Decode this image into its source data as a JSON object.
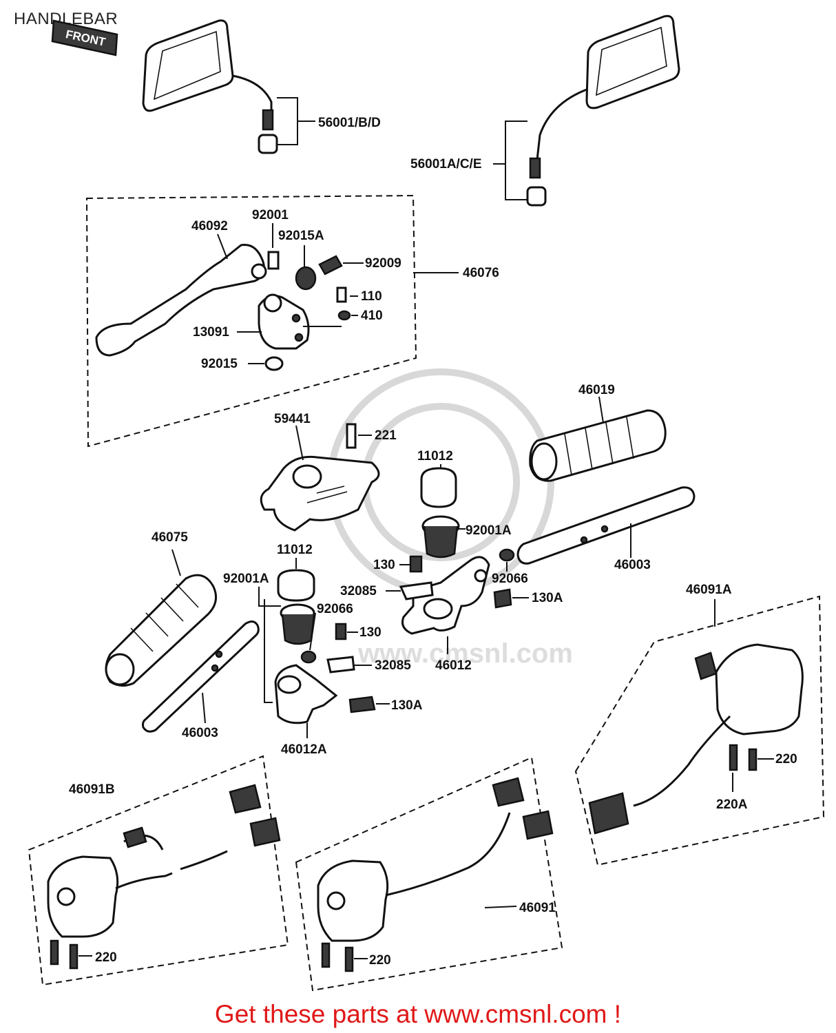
{
  "title": "HANDLEBAR",
  "footer": {
    "text": "Get these parts at www.cmsnl.com !"
  },
  "front_marker": "FRONT",
  "watermark": "www.cmsnl.com",
  "labels": {
    "l_56001_bd": "56001/B/D",
    "l_56001_ace": "56001A/C/E",
    "l_46092": "46092",
    "l_92001": "92001",
    "l_92015a": "92015A",
    "l_92009": "92009",
    "l_46076": "46076",
    "l_110": "110",
    "l_410": "410",
    "l_13091": "13091",
    "l_92015": "92015",
    "l_46019": "46019",
    "l_59441": "59441",
    "l_221": "221",
    "l_11012_r": "11012",
    "l_92001a_r": "92001A",
    "l_46075": "46075",
    "l_11012_l": "11012",
    "l_130_r": "130",
    "l_92066_r": "92066",
    "l_46003_r": "46003",
    "l_92001a_l": "92001A",
    "l_32085_r": "32085",
    "l_130a_r": "130A",
    "l_46091a": "46091A",
    "l_92066_l": "92066",
    "l_130_l": "130",
    "l_32085_l": "32085",
    "l_46012": "46012",
    "l_130a_l": "130A",
    "l_46003_l": "46003",
    "l_46012a": "46012A",
    "l_46091b": "46091B",
    "l_220_a": "220",
    "l_220a": "220A",
    "l_46091": "46091",
    "l_220_b": "220",
    "l_220_c": "220"
  }
}
